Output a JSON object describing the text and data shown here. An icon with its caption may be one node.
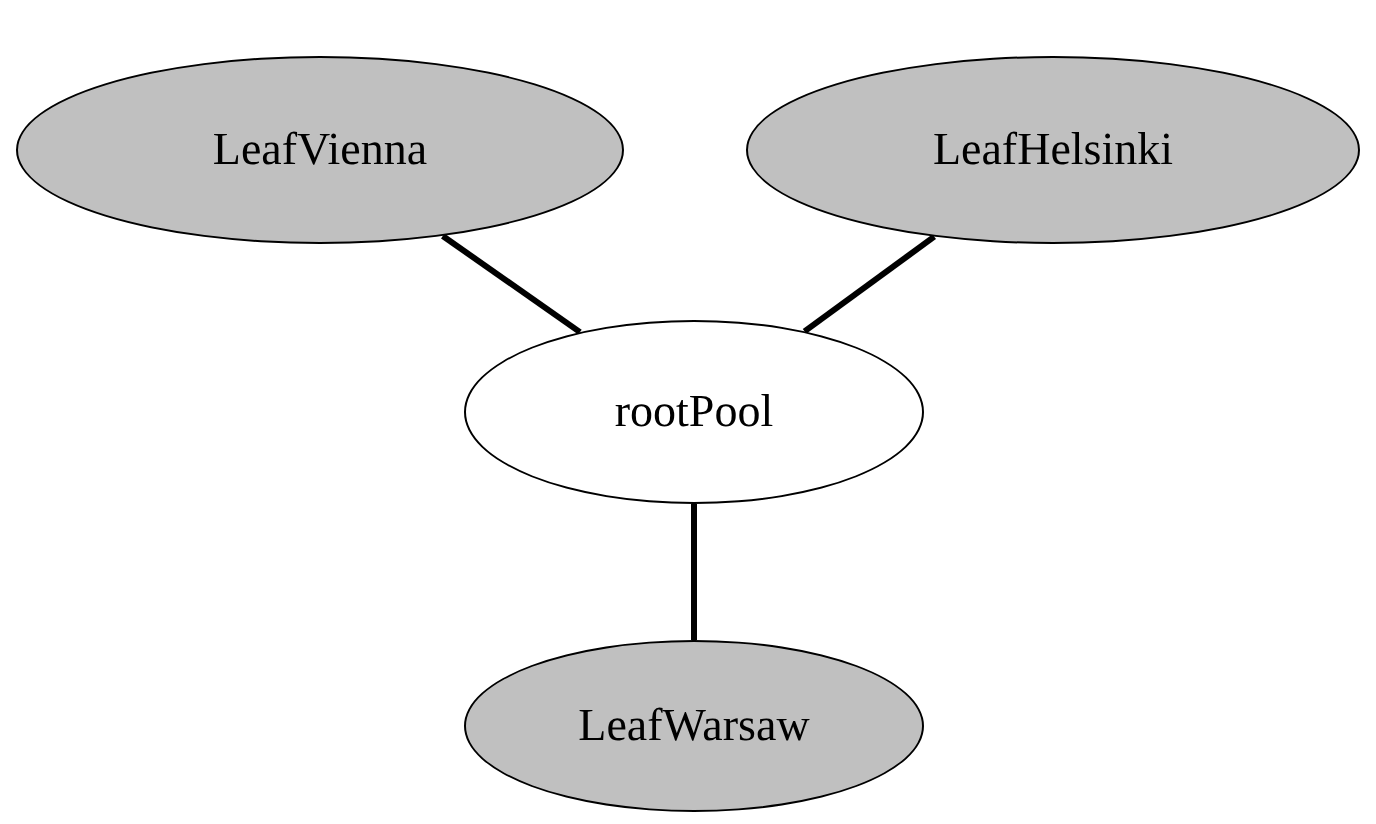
{
  "diagram": {
    "nodes": [
      {
        "text": [
          "LeafVienna"
        ]
      },
      {
        "text": [
          "LeafHelsinki"
        ]
      },
      {
        "text": [
          "rootPool"
        ]
      },
      {
        "text": [
          "LeafWarsaw"
        ]
      }
    ],
    "edges": [
      {
        "from": 0,
        "to": 2,
        "arrow": "none"
      },
      {
        "from": 1,
        "to": 2,
        "arrow": "none"
      },
      {
        "from": 2,
        "to": 3,
        "arrow": "none"
      }
    ]
  }
}
